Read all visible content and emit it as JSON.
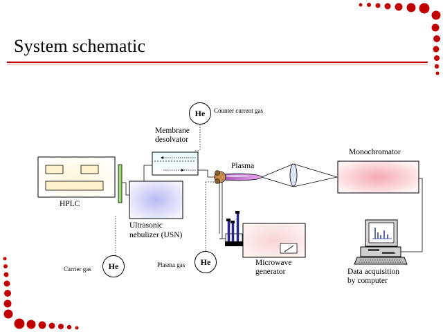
{
  "slide": {
    "title": "System schematic",
    "accent_color": "#c00000"
  },
  "labels": {
    "counter_current_gas": "Counter current gas",
    "membrane": "Membrane",
    "desolvator": "desolvator",
    "monochromator": "Monochromator",
    "plasma": "Plasma",
    "hplc": "HPLC",
    "ultrasonic": "Ultrasonic",
    "nebulizer": "nebulizer (USN)",
    "microwave": "Microwave",
    "generator": "generator",
    "carrier_gas": "Carrier gas",
    "plasma_gas": "Plasma gas",
    "data_acquisition": "Data acquisition",
    "by_computer": "by computer"
  },
  "gas_sources": {
    "counter_current": "He",
    "carrier": "He",
    "plasma": "He"
  }
}
